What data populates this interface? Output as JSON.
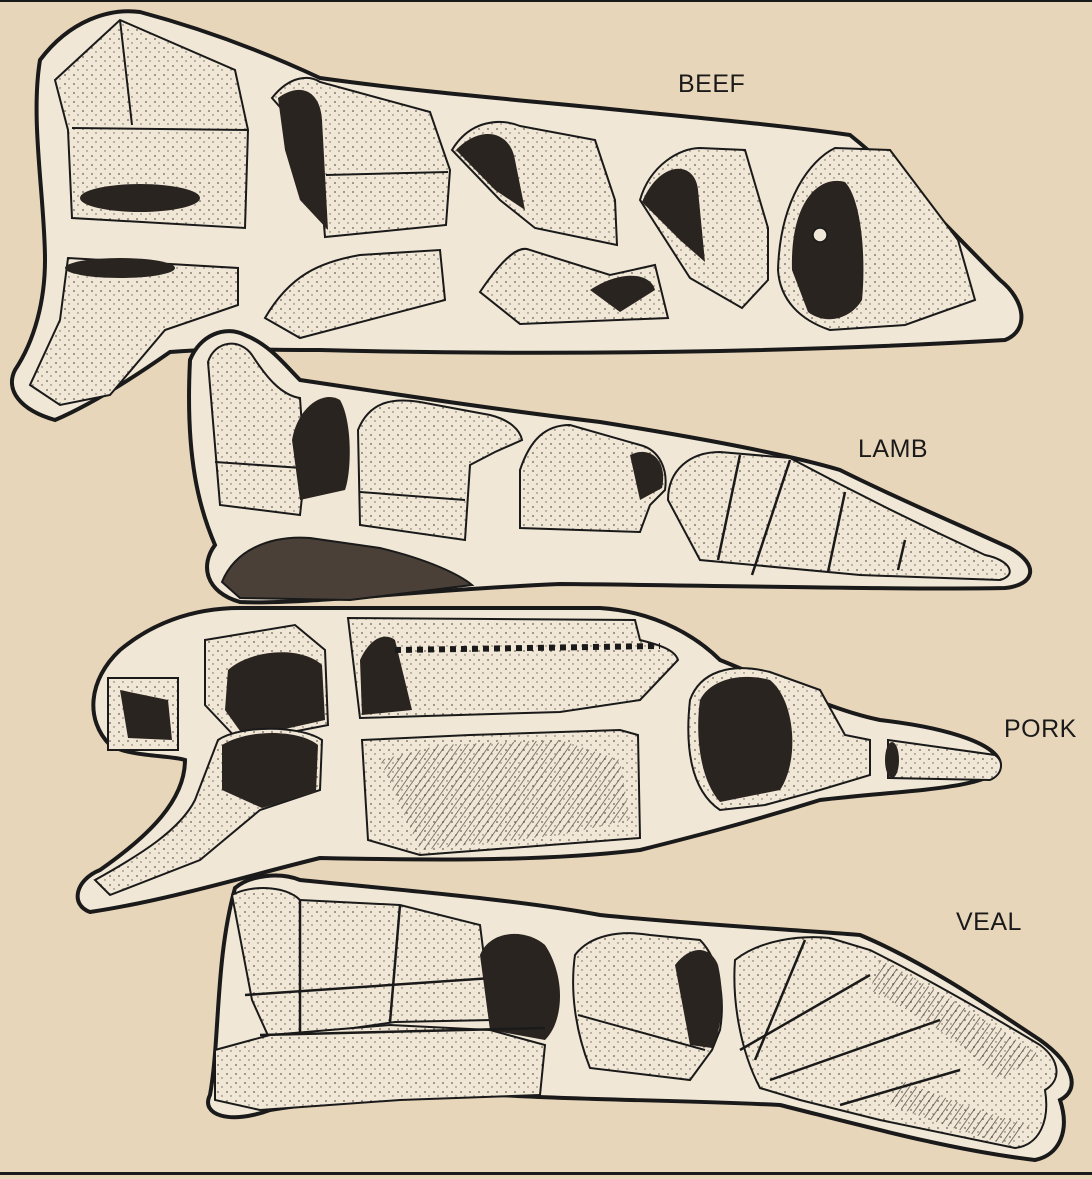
{
  "figure": {
    "animals": [
      {
        "key": "beef",
        "label": "BEEF"
      },
      {
        "key": "lamb",
        "label": "LAMB"
      },
      {
        "key": "pork",
        "label": "PORK"
      },
      {
        "key": "veal",
        "label": "VEAL"
      }
    ]
  },
  "colors": {
    "paper": "#e8d6bb",
    "cut_fill": "#f1e7d6",
    "ink": "#1a1a1a",
    "meat": "#2a2420"
  }
}
